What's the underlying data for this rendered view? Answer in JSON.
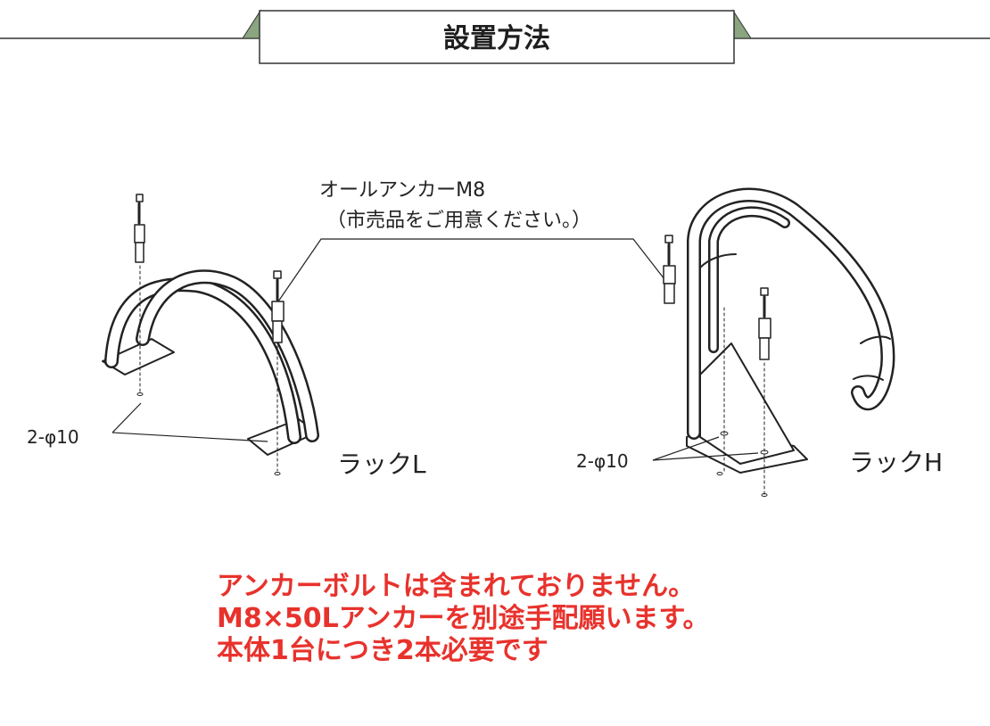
{
  "header": {
    "title": "設置方法"
  },
  "callout": {
    "line1": "オールアンカーM8",
    "line2": "（市売品をご用意ください。）"
  },
  "hole_label_left": "2-φ10",
  "hole_label_right": "2-φ10",
  "rack_left_label": "ラックL",
  "rack_right_label": "ラックH",
  "notice": {
    "line1": "アンカーボルトは含まれておりません。",
    "line2": "M8×50Lアンカーを別途手配願います。",
    "line3": "本体1台につき2本必要です"
  },
  "colors": {
    "header_tab": "#8aa57f",
    "notice": "#e8322c",
    "line": "#222222"
  }
}
